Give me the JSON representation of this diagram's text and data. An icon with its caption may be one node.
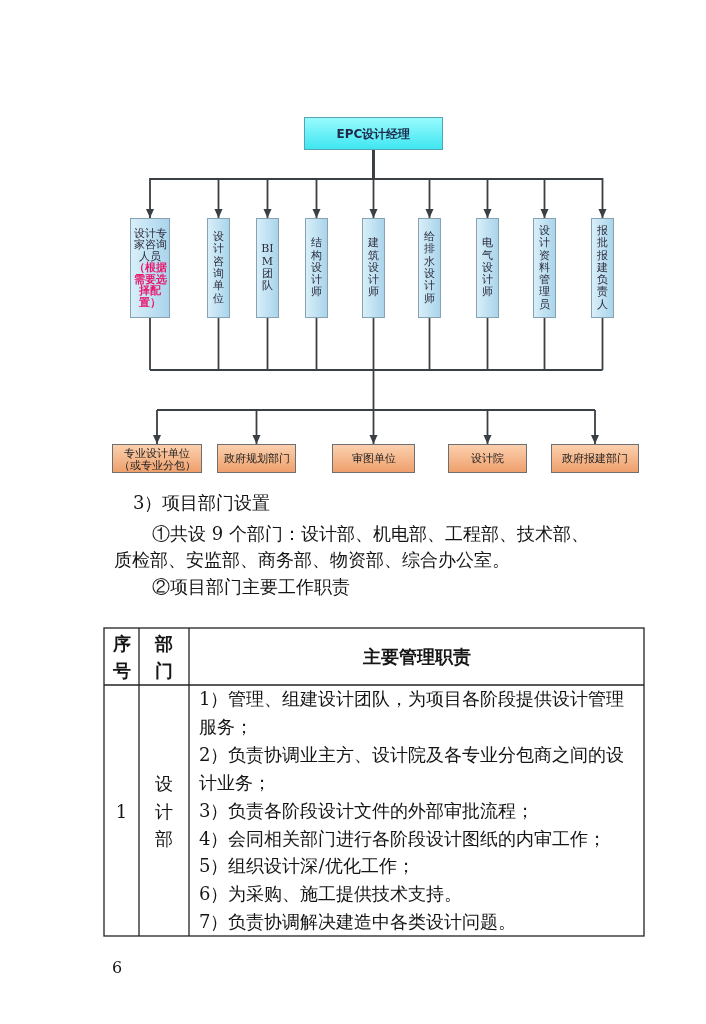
{
  "diagram": {
    "nodes": [
      {
        "text": [
          "EPC设计经理"
        ]
      },
      {
        "text": [
          "设计专家咨询人员",
          "（根据需要选择配置）"
        ]
      },
      {
        "text": [
          "设计咨询单位"
        ]
      },
      {
        "text": [
          "BIM团队"
        ]
      },
      {
        "text": [
          "结构设计师"
        ]
      },
      {
        "text": [
          "建筑设计师"
        ]
      },
      {
        "text": [
          "给排水设计师"
        ]
      },
      {
        "text": [
          "电气设计师"
        ]
      },
      {
        "text": [
          "设计资料管理员"
        ]
      },
      {
        "text": [
          "报批报建负责人"
        ]
      },
      {
        "text": [
          "专业设计单位（或专业分包）"
        ]
      },
      {
        "text": [
          "政府规划部门"
        ]
      },
      {
        "text": [
          "审图单位"
        ]
      },
      {
        "text": [
          "设计院"
        ]
      },
      {
        "text": [
          "政府报建部门"
        ]
      }
    ],
    "edges": [
      {
        "from": 0,
        "to": 1,
        "arrow": "to"
      },
      {
        "from": 0,
        "to": 2,
        "arrow": "to"
      },
      {
        "from": 0,
        "to": 3,
        "arrow": "to"
      },
      {
        "from": 0,
        "to": 4,
        "arrow": "to"
      },
      {
        "from": 0,
        "to": 5,
        "arrow": "to"
      },
      {
        "from": 0,
        "to": 6,
        "arrow": "to"
      },
      {
        "from": 0,
        "to": 7,
        "arrow": "to"
      },
      {
        "from": 0,
        "to": 8,
        "arrow": "to"
      },
      {
        "from": 0,
        "to": 9,
        "arrow": "to"
      },
      {
        "from": 1,
        "to": 10,
        "arrow": "to"
      },
      {
        "from": 1,
        "to": 11,
        "arrow": "to"
      },
      {
        "from": 1,
        "to": 12,
        "arrow": "to"
      },
      {
        "from": 1,
        "to": 13,
        "arrow": "to"
      },
      {
        "from": 1,
        "to": 14,
        "arrow": "to"
      },
      {
        "from": 2,
        "to": 10,
        "arrow": "to"
      },
      {
        "from": 2,
        "to": 11,
        "arrow": "to"
      },
      {
        "from": 2,
        "to": 12,
        "arrow": "to"
      },
      {
        "from": 2,
        "to": 13,
        "arrow": "to"
      },
      {
        "from": 2,
        "to": 14,
        "arrow": "to"
      },
      {
        "from": 3,
        "to": 10,
        "arrow": "to"
      },
      {
        "from": 3,
        "to": 11,
        "arrow": "to"
      },
      {
        "from": 3,
        "to": 12,
        "arrow": "to"
      },
      {
        "from": 3,
        "to": 13,
        "arrow": "to"
      },
      {
        "from": 3,
        "to": 14,
        "arrow": "to"
      },
      {
        "from": 4,
        "to": 10,
        "arrow": "to"
      },
      {
        "from": 4,
        "to": 11,
        "arrow": "to"
      },
      {
        "from": 4,
        "to": 12,
        "arrow": "to"
      },
      {
        "from": 4,
        "to": 13,
        "arrow": "to"
      },
      {
        "from": 4,
        "to": 14,
        "arrow": "to"
      },
      {
        "from": 5,
        "to": 10,
        "arrow": "to"
      },
      {
        "from": 5,
        "to": 11,
        "arrow": "to"
      },
      {
        "from": 5,
        "to": 12,
        "arrow": "to"
      },
      {
        "from": 5,
        "to": 13,
        "arrow": "to"
      },
      {
        "from": 5,
        "to": 14,
        "arrow": "to"
      },
      {
        "from": 6,
        "to": 10,
        "arrow": "to"
      },
      {
        "from": 6,
        "to": 11,
        "arrow": "to"
      },
      {
        "from": 6,
        "to": 12,
        "arrow": "to"
      },
      {
        "from": 6,
        "to": 13,
        "arrow": "to"
      },
      {
        "from": 6,
        "to": 14,
        "arrow": "to"
      },
      {
        "from": 7,
        "to": 10,
        "arrow": "to"
      },
      {
        "from": 7,
        "to": 11,
        "arrow": "to"
      },
      {
        "from": 7,
        "to": 12,
        "arrow": "to"
      },
      {
        "from": 7,
        "to": 13,
        "arrow": "to"
      },
      {
        "from": 7,
        "to": 14,
        "arrow": "to"
      },
      {
        "from": 8,
        "to": 10,
        "arrow": "to"
      },
      {
        "from": 8,
        "to": 11,
        "arrow": "to"
      },
      {
        "from": 8,
        "to": 12,
        "arrow": "to"
      },
      {
        "from": 8,
        "to": 13,
        "arrow": "to"
      },
      {
        "from": 8,
        "to": 14,
        "arrow": "to"
      },
      {
        "from": 9,
        "to": 10,
        "arrow": "to"
      },
      {
        "from": 9,
        "to": 11,
        "arrow": "to"
      },
      {
        "from": 9,
        "to": 12,
        "arrow": "to"
      },
      {
        "from": 9,
        "to": 13,
        "arrow": "to"
      },
      {
        "from": 9,
        "to": 14,
        "arrow": "to"
      }
    ],
    "labels": [
      "3）项目部门设置",
      "①共设 9 个部门：设计部、机电部、工程部、技术部、质检部、安监部、商务部、物资部、综合办公室。",
      "②项目部门主要工作职责",
      "序号",
      "部门",
      "主要管理职责",
      "1",
      "设计部",
      "1）管理、组建设计团队，为项目各阶段提供设计管理服务；",
      "2）负责协调业主方、设计院及各专业分包商之间的设计业务；",
      "3）负责各阶段设计文件的外部审批流程；",
      "4）会同相关部门进行各阶段设计图纸的内审工作；",
      "5）组织设计深/优化工作；",
      "6）为采购、施工提供技术支持。",
      "7）负责协调解决建造中各类设计问题。",
      "6"
    ]
  }
}
